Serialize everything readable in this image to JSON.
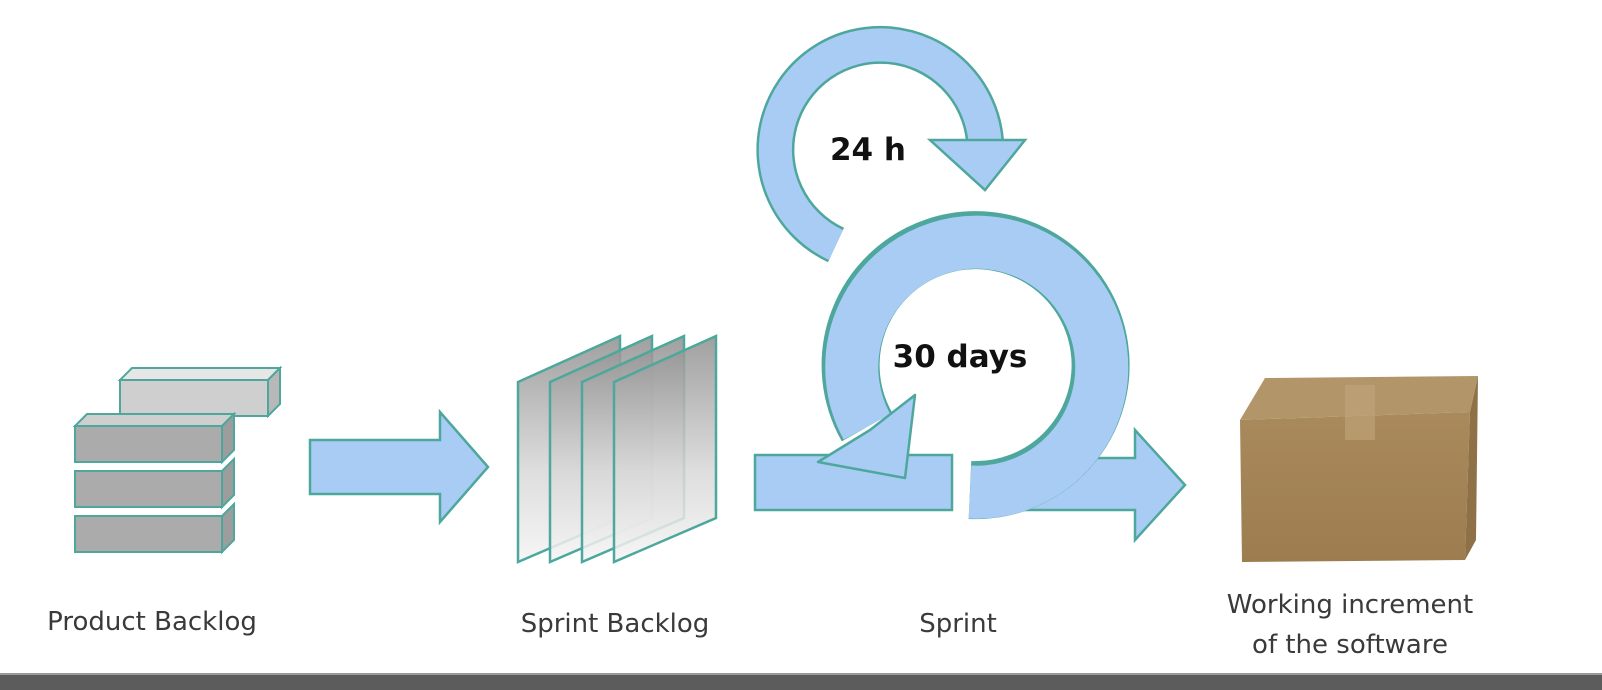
{
  "diagram": {
    "title": "Scrum process",
    "stages": [
      {
        "label": "Product Backlog",
        "icon": "stacked-blocks-icon"
      },
      {
        "label": "Sprint Backlog",
        "icon": "stacked-sheets-icon"
      },
      {
        "label": "Sprint",
        "icon": "cycle-arrows-icon"
      },
      {
        "label_line1": "Working increment",
        "label_line2": "of the software",
        "icon": "cardboard-box-icon"
      }
    ],
    "daily_cycle_label": "24 h",
    "sprint_cycle_label": "30 days"
  },
  "colors": {
    "arrow_fill": "#a9ccf4",
    "arrow_stroke": "#4ea79c",
    "block_fill": "#b4b4b4",
    "box_fill": "#a8875a",
    "bottom_bar": "#5c5c5c"
  }
}
